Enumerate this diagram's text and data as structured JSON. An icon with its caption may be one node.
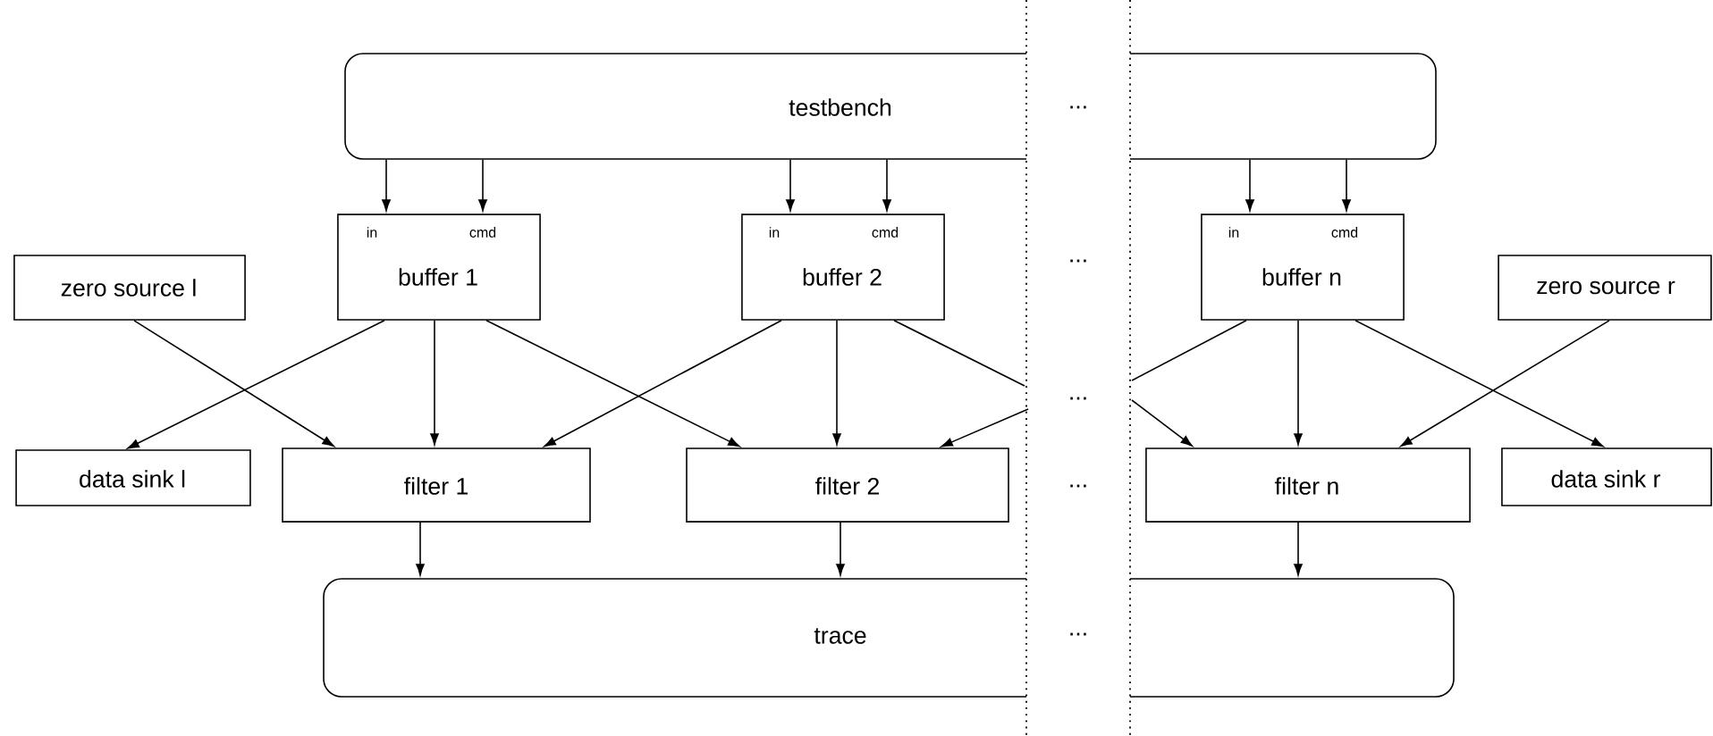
{
  "diagram": {
    "nodes": [
      {
        "text": [
          "testbench"
        ]
      },
      {
        "text": [
          "in",
          "cmd",
          "buffer 1"
        ]
      },
      {
        "text": [
          "in",
          "cmd",
          "buffer 2"
        ]
      },
      {
        "text": [
          "in",
          "cmd",
          "buffer n"
        ]
      },
      {
        "text": [
          "zero source l"
        ]
      },
      {
        "text": [
          "zero source r"
        ]
      },
      {
        "text": [
          "data sink l"
        ]
      },
      {
        "text": [
          "filter 1"
        ]
      },
      {
        "text": [
          "filter 2"
        ]
      },
      {
        "text": [
          "filter n"
        ]
      },
      {
        "text": [
          "data sink r"
        ]
      },
      {
        "text": [
          "trace"
        ]
      }
    ],
    "edges": [
      {
        "from": 0,
        "to": 1,
        "arrow": "to"
      },
      {
        "from": 0,
        "to": 1,
        "arrow": "to"
      },
      {
        "from": 0,
        "to": 2,
        "arrow": "to"
      },
      {
        "from": 0,
        "to": 2,
        "arrow": "to"
      },
      {
        "from": 0,
        "to": 3,
        "arrow": "to"
      },
      {
        "from": 0,
        "to": 3,
        "arrow": "to"
      },
      {
        "from": 1,
        "to": 6,
        "arrow": "to"
      },
      {
        "from": 1,
        "to": 7,
        "arrow": "to"
      },
      {
        "from": 1,
        "to": 8,
        "arrow": "to"
      },
      {
        "from": 4,
        "to": 7,
        "arrow": "to"
      },
      {
        "from": 2,
        "to": 7,
        "arrow": "to"
      },
      {
        "from": 2,
        "to": 8,
        "arrow": "to"
      },
      {
        "from": 2,
        "to": null,
        "arrow": "none"
      },
      {
        "from": null,
        "to": 8,
        "arrow": "to"
      },
      {
        "from": 3,
        "to": null,
        "arrow": "none"
      },
      {
        "from": null,
        "to": 9,
        "arrow": "to"
      },
      {
        "from": 3,
        "to": 9,
        "arrow": "to"
      },
      {
        "from": 3,
        "to": 10,
        "arrow": "to"
      },
      {
        "from": 5,
        "to": 9,
        "arrow": "to"
      },
      {
        "from": 7,
        "to": 11,
        "arrow": "to"
      },
      {
        "from": 8,
        "to": 11,
        "arrow": "to"
      },
      {
        "from": 9,
        "to": 11,
        "arrow": "to"
      }
    ],
    "labels": [
      "...",
      "...",
      "...",
      "...",
      "..."
    ]
  }
}
